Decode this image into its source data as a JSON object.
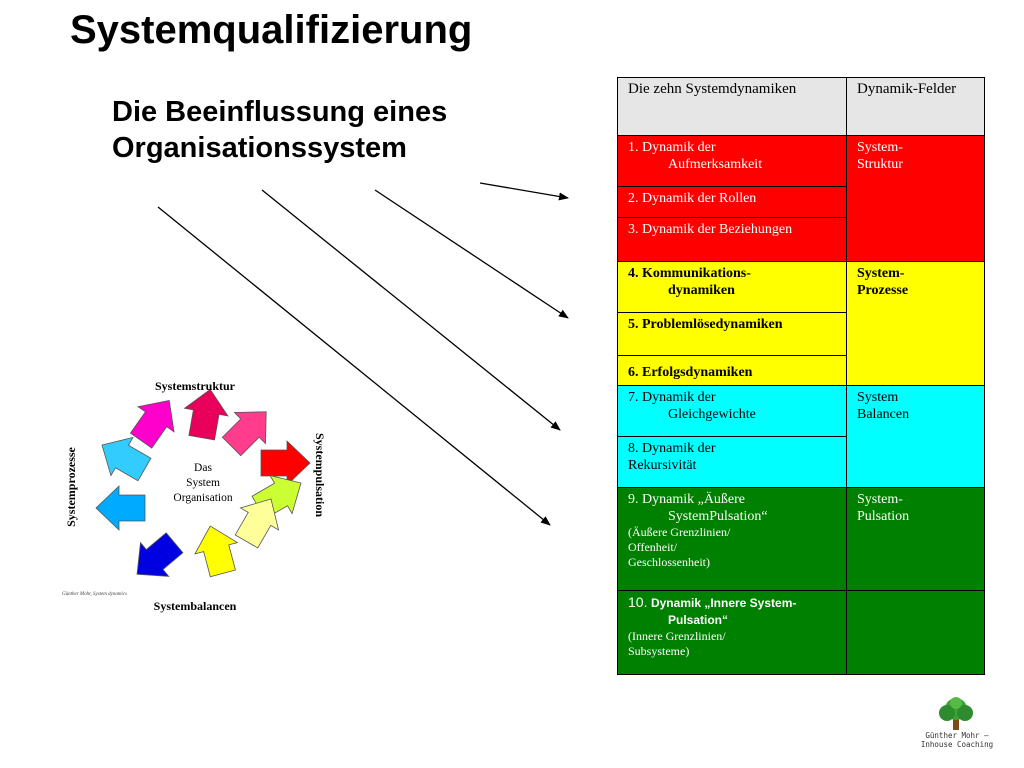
{
  "title": "Systemqualifizierung",
  "subtitle": {
    "line1": "Die Beeinflussung eines",
    "line2": "Organisationssystem"
  },
  "cycle": {
    "top_label": "Systemstruktur",
    "right_label": "Systempulsation",
    "bottom_label": "Systembalancen",
    "left_label": "Systemprozesse",
    "center": [
      "Das",
      "System",
      "Organisation"
    ],
    "credit": "Günther Mohr, System dynamics"
  },
  "table": {
    "header": {
      "col1": "Die zehn Systemdynamiken",
      "col2": "Dynamik-Felder"
    },
    "rows": {
      "r1": {
        "a": "1. Dynamik der",
        "b": "Aufmerksamkeit"
      },
      "r2": "2. Dynamik der Rollen",
      "r3": "3. Dynamik der Beziehungen",
      "r4": {
        "a": "4. Kommunikations-",
        "b": "dynamiken"
      },
      "r5": "5. Problemlösedynamiken",
      "r6": "6. Erfolgsdynamiken",
      "r7": {
        "a": "7. Dynamik der",
        "b": "Gleichgewichte"
      },
      "r8": {
        "a": "8. Dynamik der",
        "b": "Rekursivität"
      },
      "r9": {
        "a": "9. Dynamik „Äußere",
        "b": "SystemPulsation“",
        "c": "(Äußere Grenzlinien/",
        "d": "Offenheit/",
        "e": "Geschlossenheit)"
      },
      "r10": {
        "num": "10.",
        "a": "Dynamik „Innere System-",
        "b": "Pulsation“",
        "c": "(Innere Grenzlinien/",
        "d": "Subsysteme)"
      }
    },
    "fields": {
      "struktur": {
        "a": "System-",
        "b": "Struktur"
      },
      "prozesse": {
        "a": "System-",
        "b": "Prozesse"
      },
      "balancen": {
        "a": "System",
        "b": "Balancen"
      },
      "pulsation": {
        "a": "System-",
        "b": "Pulsation"
      }
    },
    "colors": {
      "red": "#ff0000",
      "yellow": "#ffff00",
      "cyan": "#00ffff",
      "green": "#008000"
    }
  },
  "logo": {
    "line1": "Günther Mohr –",
    "line2": "Inhouse Coaching",
    "icon": "tree-icon"
  }
}
